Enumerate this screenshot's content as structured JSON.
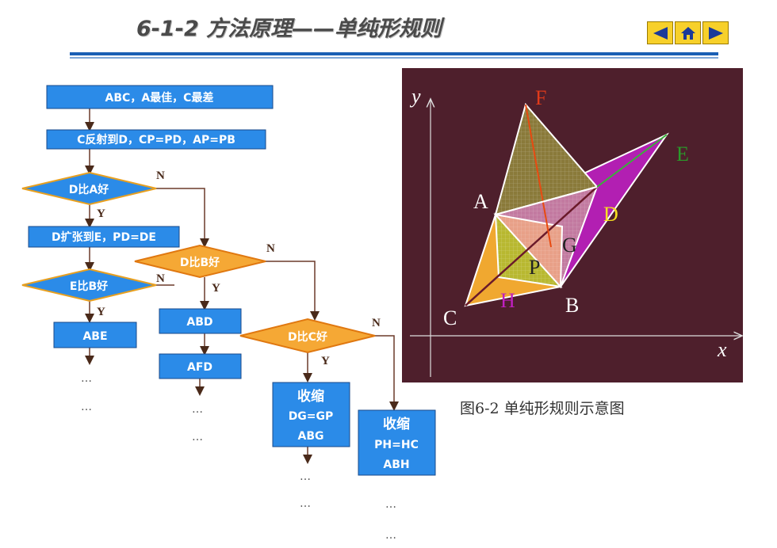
{
  "header": {
    "title": "6-1-2 方法原理——单纯形规则"
  },
  "nav": {
    "prev_icon": "triangle-left-icon",
    "home_icon": "home-icon",
    "next_icon": "triangle-right-icon"
  },
  "flowchart": {
    "start": "ABC，A最佳，C最差",
    "reflect": "C反射到D，CP=PD，AP=PB",
    "d_better_a": "D比A好",
    "expand": "D扩张到E，PD=DE",
    "e_better_b": "E比B好",
    "abe": "ABE",
    "d_better_b": "D比B好",
    "abd": "ABD",
    "afd": "AFD",
    "d_better_c": "D比C好",
    "contract1": [
      "收缩",
      "DG=GP",
      "ABG"
    ],
    "contract2": [
      "收缩",
      "PH=HC",
      "ABH"
    ],
    "yes": "Y",
    "no": "N",
    "ellipsis": "…"
  },
  "diagram": {
    "axis_y": "y",
    "axis_x": "x",
    "points": {
      "A": "A",
      "B": "B",
      "C": "C",
      "D": "D",
      "E": "E",
      "F": "F",
      "G": "G",
      "H": "H",
      "P": "P"
    },
    "colors": {
      "background": "#4e1f2c",
      "F": "#e03a1a",
      "E": "#2a9a2a",
      "D": "#f5e020",
      "H": "#c020c0",
      "G": "#222222"
    },
    "caption": "图6-2  单纯形规则示意图"
  }
}
